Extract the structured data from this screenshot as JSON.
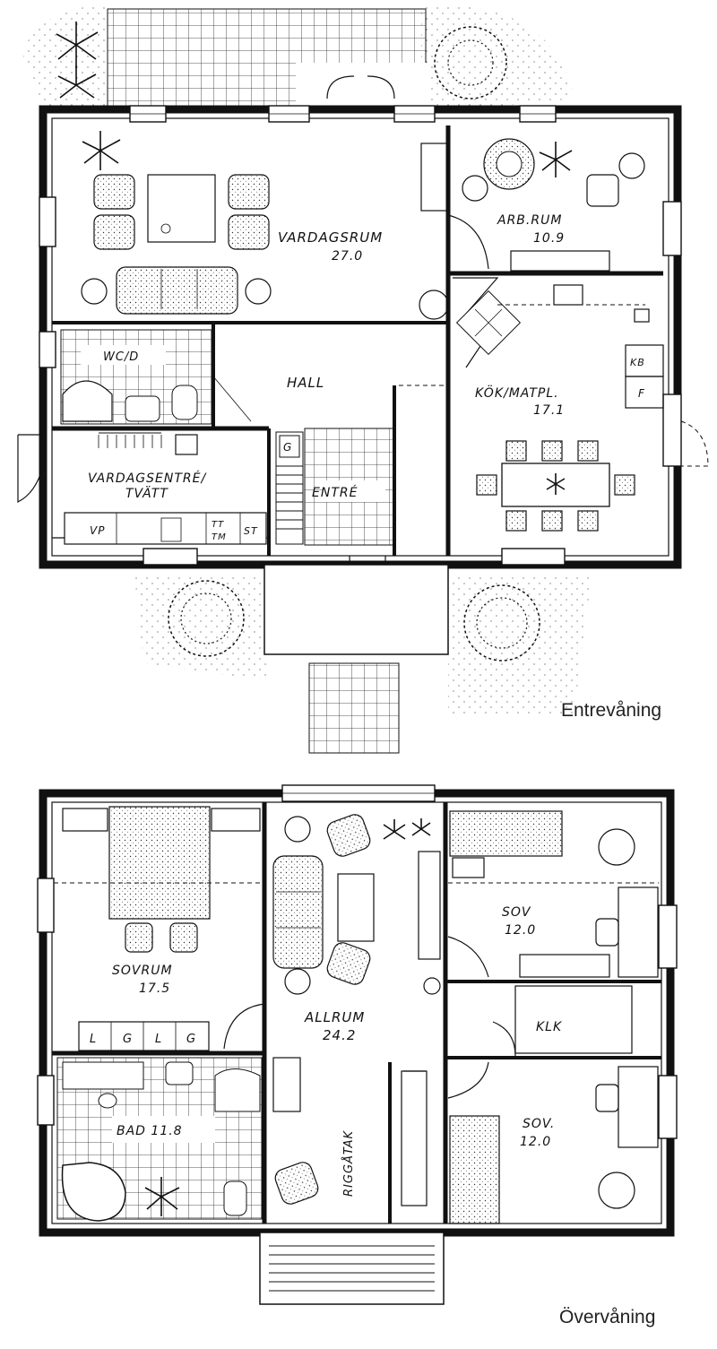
{
  "floors": [
    {
      "caption": "Entrevåning",
      "rooms": {
        "vardagsrum": "VARDAGSRUM",
        "vardagsrum_area": "27.0",
        "arb_rum": "ARB.RUM",
        "arb_rum_area": "10.9",
        "wc_d": "WC/D",
        "hall": "HALL",
        "kok": "KÖK/MATPL.",
        "kok_area": "17.1",
        "vardagsentre": "VARDAGSENTRÉ/",
        "tvatt": "TVÄTT",
        "entre": "ENTRÉ"
      },
      "fixtures": {
        "kb": "KB",
        "f": "F",
        "g": "G",
        "vp": "VP",
        "ttm1": "TT",
        "ttm2": "TM",
        "st": "ST"
      }
    },
    {
      "caption": "Övervåning",
      "rooms": {
        "sovrum": "SOVRUM",
        "sovrum_area": "17.5",
        "allrum": "ALLRUM",
        "allrum_area": "24.2",
        "sov1": "SOV",
        "sov1_area": "12.0",
        "klk": "KLK",
        "sov2": "SOV.",
        "sov2_area": "12.0",
        "bad": "BAD 11.8",
        "riggatak": "RIGGÅTAK"
      },
      "fixtures": {
        "wardrobe": [
          "L",
          "G",
          "L",
          "G"
        ]
      }
    }
  ]
}
